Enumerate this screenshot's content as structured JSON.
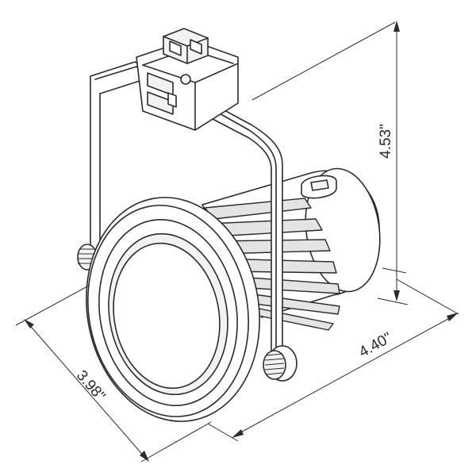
{
  "dimensions": {
    "height": "4.53\"",
    "length": "4.40\"",
    "width": "3.98\""
  }
}
